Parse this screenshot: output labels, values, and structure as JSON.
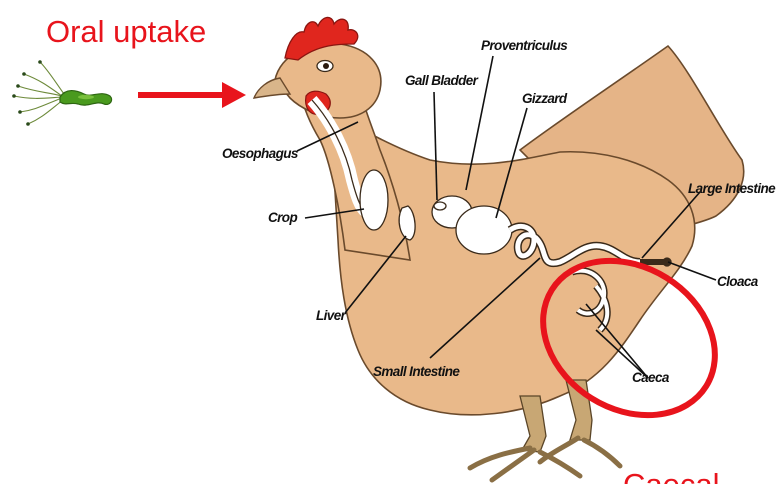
{
  "oral_uptake": "Oral uptake",
  "caecal_partial": "Caecal",
  "labels": {
    "proventriculus": "Proventriculus",
    "gall_bladder": "Gall Bladder",
    "gizzard": "Gizzard",
    "oesophagus": "Oesophagus",
    "crop": "Crop",
    "liver": "Liver",
    "small_intestine": "Small Intestine",
    "large_intestine": "Large Intestine",
    "cloaca": "Cloaca",
    "caeca": "Caeca"
  },
  "colors": {
    "annotation_red": "#e8141c",
    "body_fill": "#e9b98a",
    "comb_red": "#e0261e",
    "bacterium_green": "#4a9a1e",
    "leg_tan": "#c8a774"
  },
  "icons": {
    "bacterium": "flagellated-bacterium-icon",
    "arrow": "right-arrow-icon"
  }
}
